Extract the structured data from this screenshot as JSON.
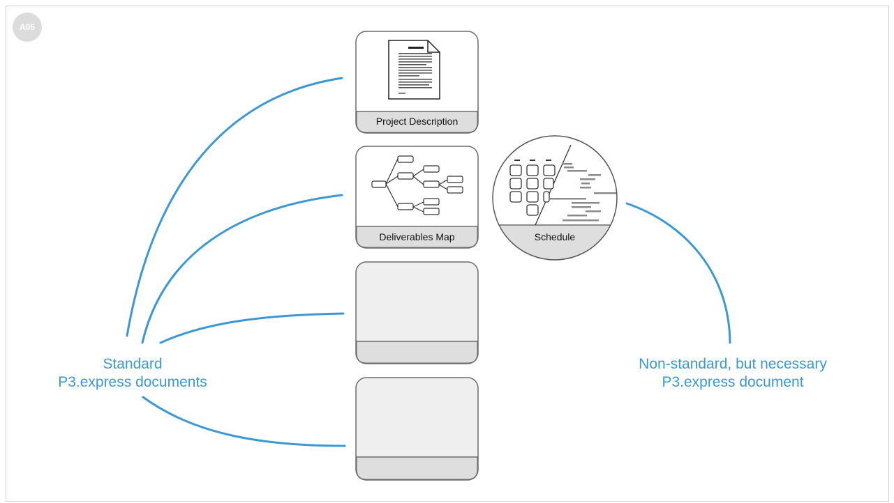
{
  "slide": {
    "badge": "A05"
  },
  "documents": [
    {
      "id": "project-description",
      "label": "Project Description",
      "icon": "document-icon"
    },
    {
      "id": "deliverables-map",
      "label": "Deliverables Map",
      "icon": "tree-diagram-icon"
    },
    {
      "id": "blank-1",
      "label": "",
      "icon": ""
    },
    {
      "id": "blank-2",
      "label": "",
      "icon": ""
    }
  ],
  "extra_document": {
    "label": "Schedule",
    "icon": "schedule-icon"
  },
  "groups": {
    "standard": {
      "line1": "Standard",
      "line2": "P3.express documents"
    },
    "non_standard": {
      "line1": "Non-standard, but necessary",
      "line2": "P3.express document"
    }
  },
  "colors": {
    "connector": "#3a98d5",
    "card_border": "#6b6b6b",
    "card_footer": "#dedede",
    "blank_card_fill": "#efefef"
  }
}
